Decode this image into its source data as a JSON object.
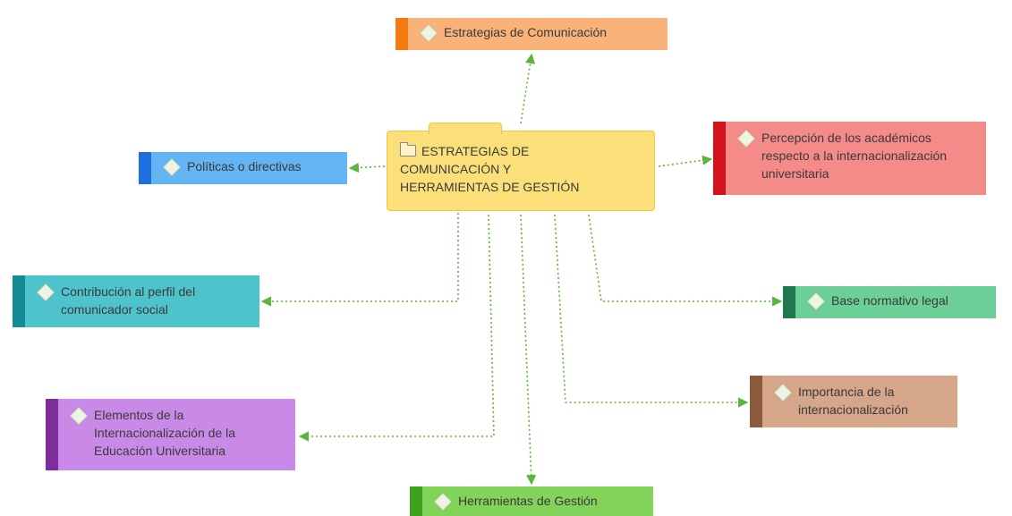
{
  "central_topic": {
    "line1": "ESTRATEGIAS DE",
    "line2": "COMUNICACIÓN Y",
    "line3": "HERRAMIENTAS DE GESTIÓN"
  },
  "nodes": {
    "estrategias": {
      "label": "Estrategias de Comunicación",
      "bar_color": "#f47a12",
      "fill_color": "#f9b27a"
    },
    "politicas": {
      "label": "Políticas o directivas",
      "bar_color": "#1f6fe0",
      "fill_color": "#62b4f3"
    },
    "percepcion": {
      "line1": "Percepción de los académicos",
      "line2": "respecto a la internacionalización",
      "line3": "universitaria",
      "bar_color": "#d3141c",
      "fill_color": "#f58b89"
    },
    "contribucion": {
      "line1": "Contribución al perfil del",
      "line2": "comunicador social",
      "bar_color": "#138c96",
      "fill_color": "#4fc3cc"
    },
    "base": {
      "label": "Base normativo legal",
      "bar_color": "#1e7a4e",
      "fill_color": "#6ccf97"
    },
    "importancia": {
      "line1": "Importancia de la",
      "line2": "internacionalización",
      "bar_color": "#8b5a3c",
      "fill_color": "#d6a68a"
    },
    "elementos": {
      "line1": "Elementos de la",
      "line2": "Internacionalización de la",
      "line3": "Educación Universitaria",
      "bar_color": "#7d2e9c",
      "fill_color": "#c88ae6"
    },
    "herramientas": {
      "label": "Herramientas de Gestión",
      "bar_color": "#3ea21c",
      "fill_color": "#82d35a"
    }
  },
  "link_color": "#5bb53a"
}
